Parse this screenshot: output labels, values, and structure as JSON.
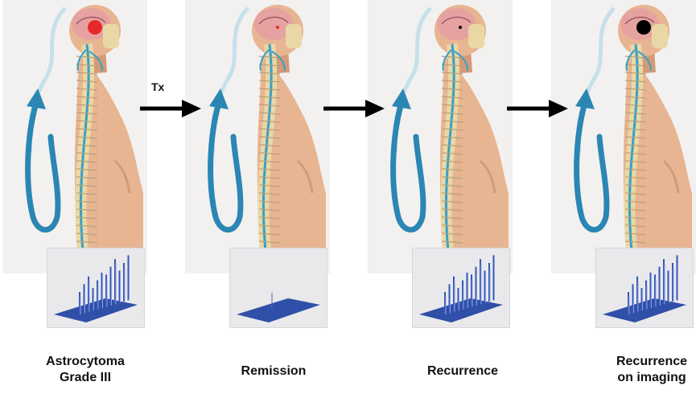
{
  "arrow_label": "Tx",
  "panels": [
    {
      "caption": "Astrocytoma\nGrade III",
      "tumor": "large",
      "tumor_color": "#e8282b",
      "peaks": "many"
    },
    {
      "caption": "Remission",
      "tumor": "tiny",
      "tumor_color": "#e8282b",
      "peaks": "flat"
    },
    {
      "caption": "Recurrence",
      "tumor": "tiny",
      "tumor_color": "#000000",
      "peaks": "many"
    },
    {
      "caption": "Recurrence\non imaging",
      "tumor": "large",
      "tumor_color": "#000000",
      "peaks": "many"
    }
  ],
  "colors": {
    "skin": "#e7b592",
    "skin_shade": "#d39a77",
    "spine": "#e9d8a6",
    "nerve": "#37a0c7",
    "flow_arrow": "#2b86b4",
    "plot": "#2f4fa8",
    "arrow": "#000000"
  }
}
